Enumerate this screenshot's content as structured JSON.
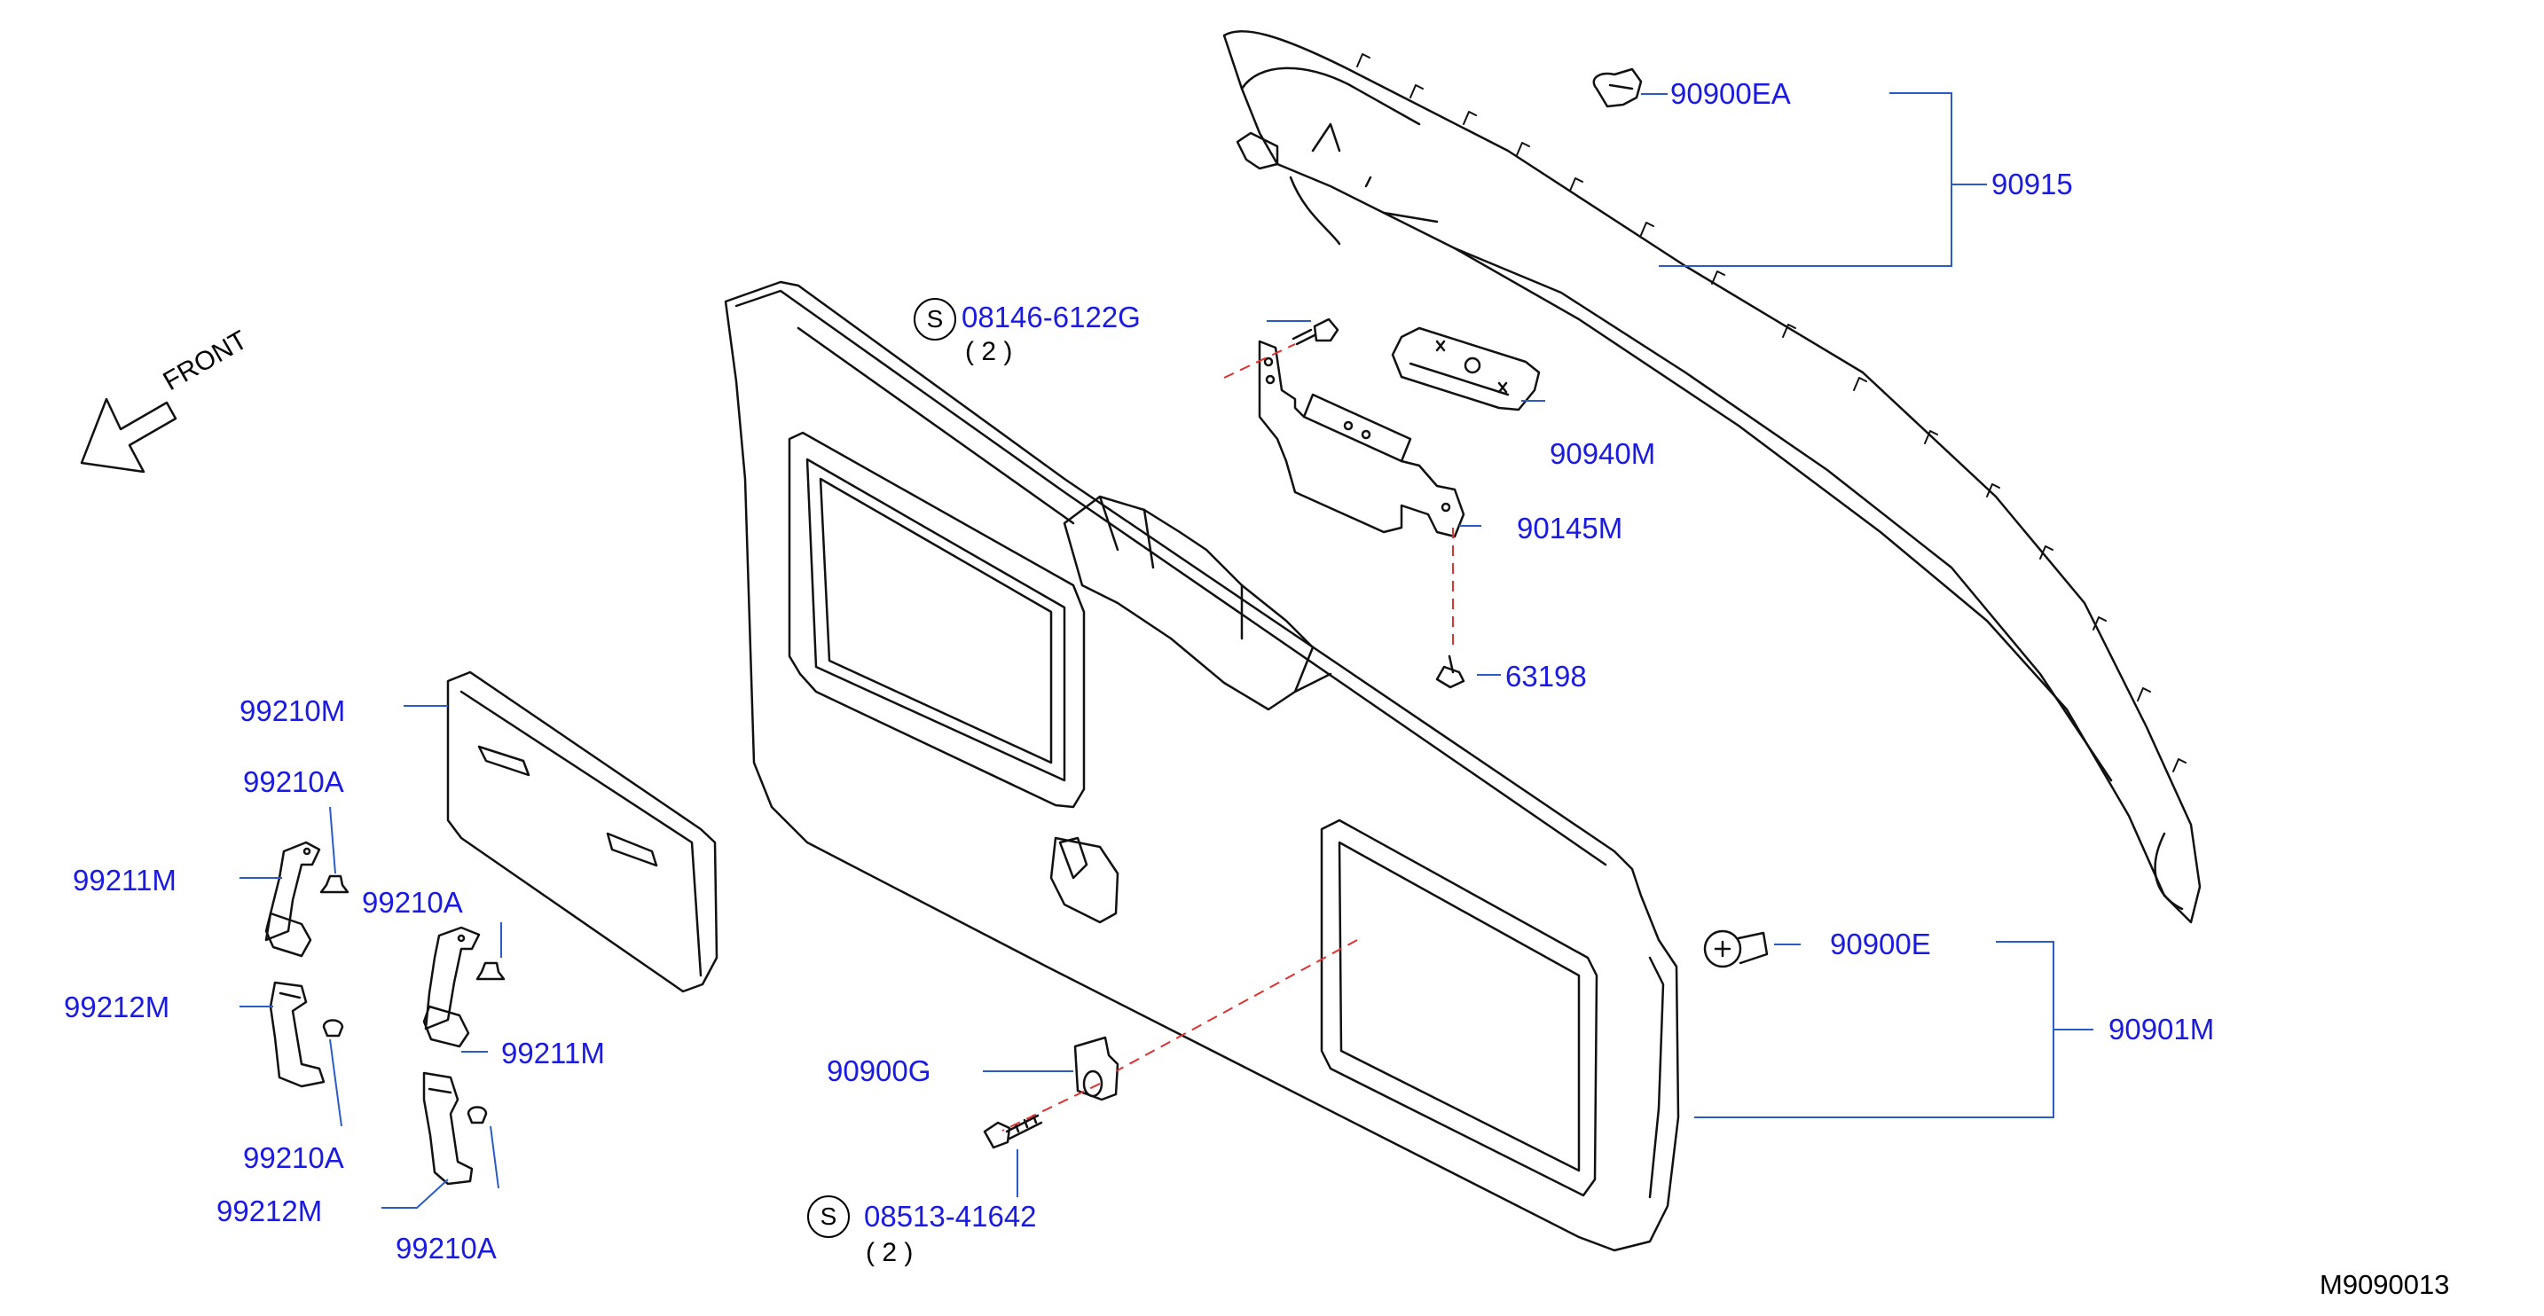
{
  "diagram": {
    "front_label": "FRONT",
    "drawing_code": "M9090013",
    "std_symbol": "S",
    "parts": {
      "p90900EA": "90900EA",
      "p90915": "90915",
      "p08146": "08146-6122G",
      "p08146_qty": "( 2 )",
      "p90940M": "90940M",
      "p90145M": "90145M",
      "p63198": "63198",
      "p99210M": "99210M",
      "p99210A_1": "99210A",
      "p99211M_1": "99211M",
      "p99210A_2": "99210A",
      "p99212M_1": "99212M",
      "p99211M_2": "99211M",
      "p99210A_3": "99210A",
      "p99212M_2": "99212M",
      "p99210A_4": "99210A",
      "p90900E": "90900E",
      "p90901M": "90901M",
      "p90900G": "90900G",
      "p08513": "08513-41642",
      "p08513_qty": "( 2 )"
    }
  },
  "colors": {
    "label_blue": "#1a1ae0",
    "leader_blue": "#2a5cc8",
    "dash_red": "#e03030",
    "line": "#111111"
  }
}
